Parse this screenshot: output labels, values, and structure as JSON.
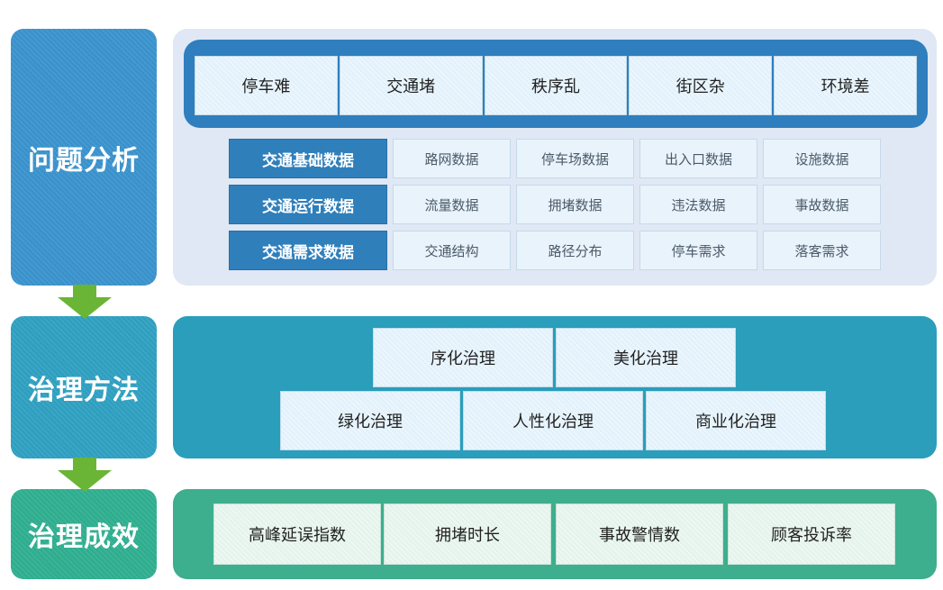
{
  "sections": [
    {
      "label": "问题分析",
      "color": "#3a92cc"
    },
    {
      "label": "治理方法",
      "color": "#2f9fc0"
    },
    {
      "label": "治理成效",
      "color": "#2fae8f"
    }
  ],
  "problems": [
    "停车难",
    "交通堵",
    "秩序乱",
    "街区杂",
    "环境差"
  ],
  "data_categories": [
    {
      "name": "交通基础数据",
      "items": [
        "路网数据",
        "停车场数据",
        "出入口数据",
        "设施数据"
      ]
    },
    {
      "name": "交通运行数据",
      "items": [
        "流量数据",
        "拥堵数据",
        "违法数据",
        "事故数据"
      ]
    },
    {
      "name": "交通需求数据",
      "items": [
        "交通结构",
        "路径分布",
        "停车需求",
        "落客需求"
      ]
    }
  ],
  "methods_top": [
    "序化治理",
    "美化治理"
  ],
  "methods_bottom": [
    "绿化治理",
    "人性化治理",
    "商业化治理"
  ],
  "outcomes": [
    "高峰延误指数",
    "拥堵时长",
    "事故警情数",
    "顾客投诉率"
  ],
  "colors": {
    "problem_panel_bg": "#dfe8f4",
    "problem_band": "#2f7ebe",
    "method_panel": "#2a9ebb",
    "outcome_panel": "#3dae8e",
    "arrow": "#6ab535"
  }
}
